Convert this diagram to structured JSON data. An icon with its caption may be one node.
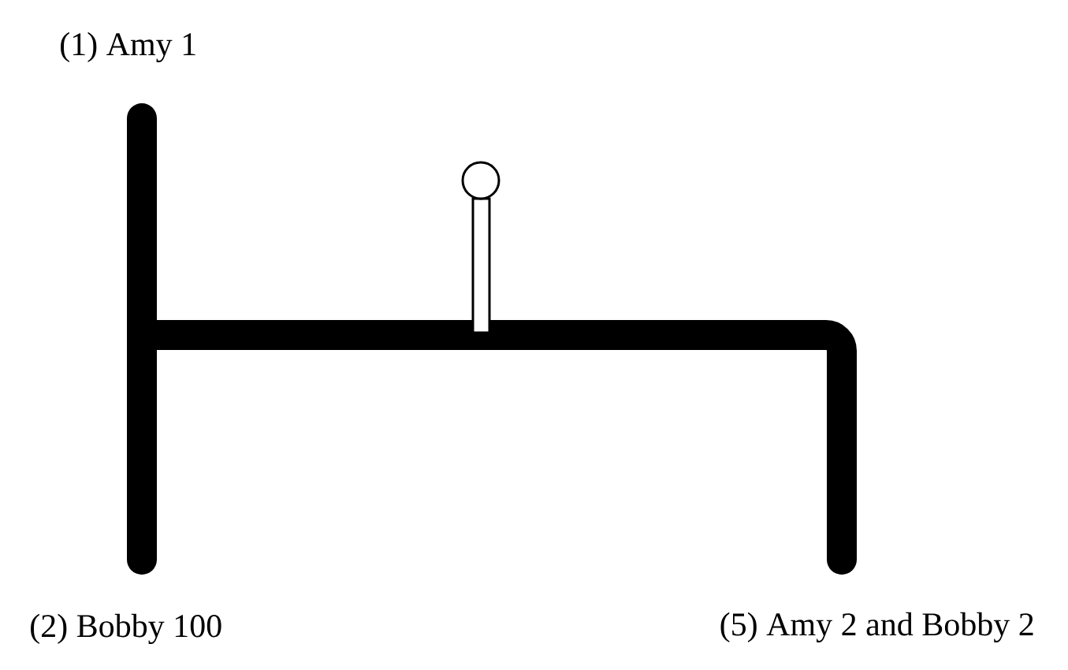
{
  "diagram": {
    "labels": [
      "(1) Amy 1",
      "(2) Bobby 100",
      "(5) Amy 2 and Bobby 2"
    ]
  }
}
